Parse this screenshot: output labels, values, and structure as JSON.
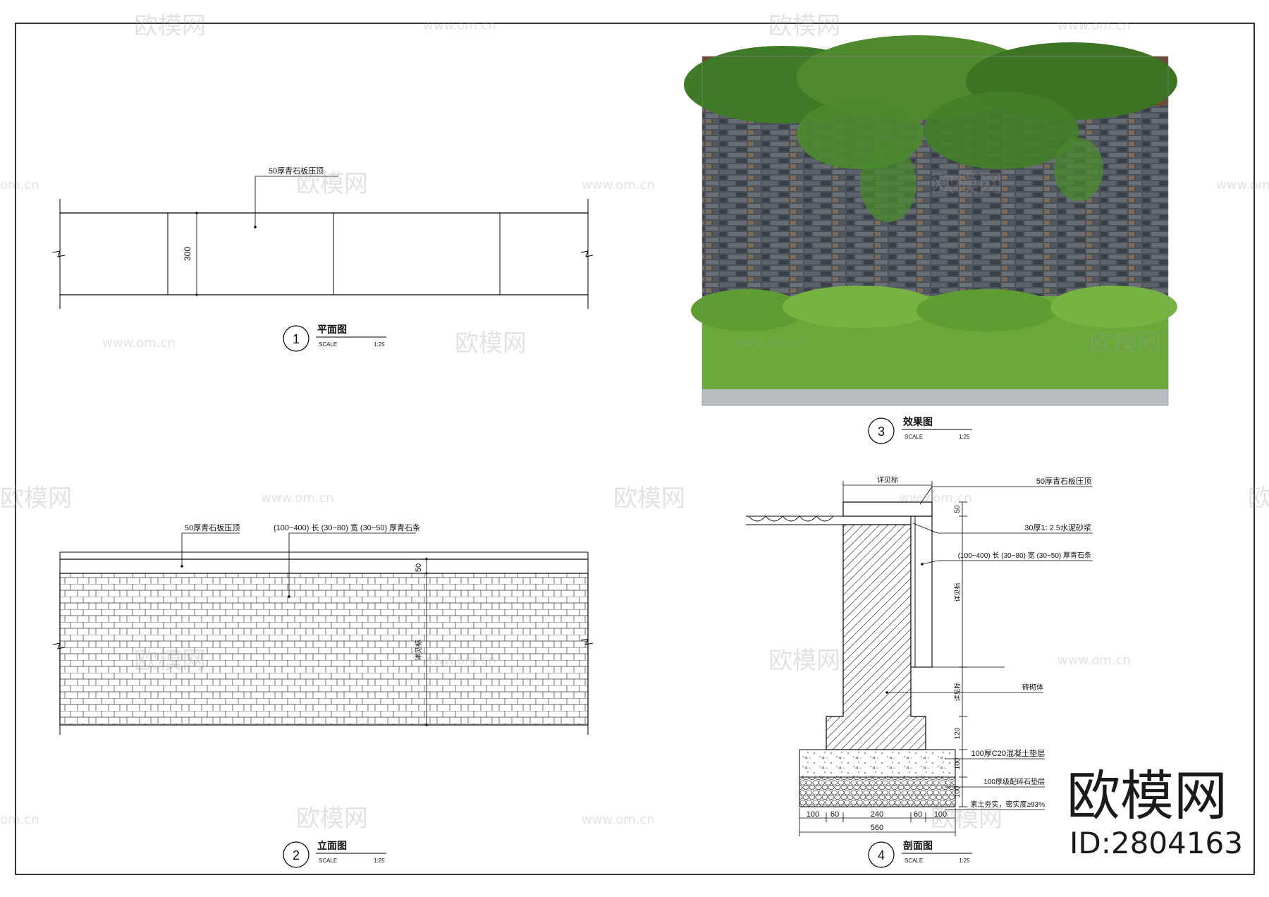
{
  "plan": {
    "callout": "50厚青石板压顶",
    "width_dim": "300",
    "number": "1",
    "title": "平面图",
    "scale_label": "SCALE",
    "scale_value": "1:25"
  },
  "elevation": {
    "callout_cap": "50厚青石板压顶",
    "callout_stone": "(100~400) 长 (30~80) 宽 (30~50) 厚青石条",
    "dim_cap": "50",
    "dim_height": "详见标",
    "number": "2",
    "title": "立面图",
    "scale_label": "SCALE",
    "scale_value": "1:25"
  },
  "rendering": {
    "number": "3",
    "title": "效果图",
    "scale_label": "SCALE",
    "scale_value": "1:25",
    "colors": {
      "foliage": "#4f8a2e",
      "hedge": "#6aa83a",
      "stone": "#4a4f57",
      "paving": "#b9bcc0"
    }
  },
  "section": {
    "top_dim": "详见标",
    "labels": [
      "50厚青石板压顶",
      "30厚1: 2.5水泥砂浆",
      "(100~400) 长 (30~80) 宽 (30~50) 厚青石条",
      "砖砌体",
      "100厚C20混凝土垫层",
      "100厚级配碎石垫层",
      "素土夯实，密实度≥93%"
    ],
    "vert_dims": [
      "50",
      "详见标",
      "详见标",
      "120",
      "100",
      "100"
    ],
    "bottom_dims": [
      "100",
      "60",
      "240",
      "60",
      "100"
    ],
    "total_dim": "560",
    "number": "4",
    "title": "剖面图",
    "scale_label": "SCALE",
    "scale_value": "1:25"
  },
  "brand": {
    "name": "欧模网",
    "id": "ID:2804163"
  },
  "watermark": {
    "site": "www.om.cn",
    "short": "om.cn",
    "logo": "欧模网"
  }
}
